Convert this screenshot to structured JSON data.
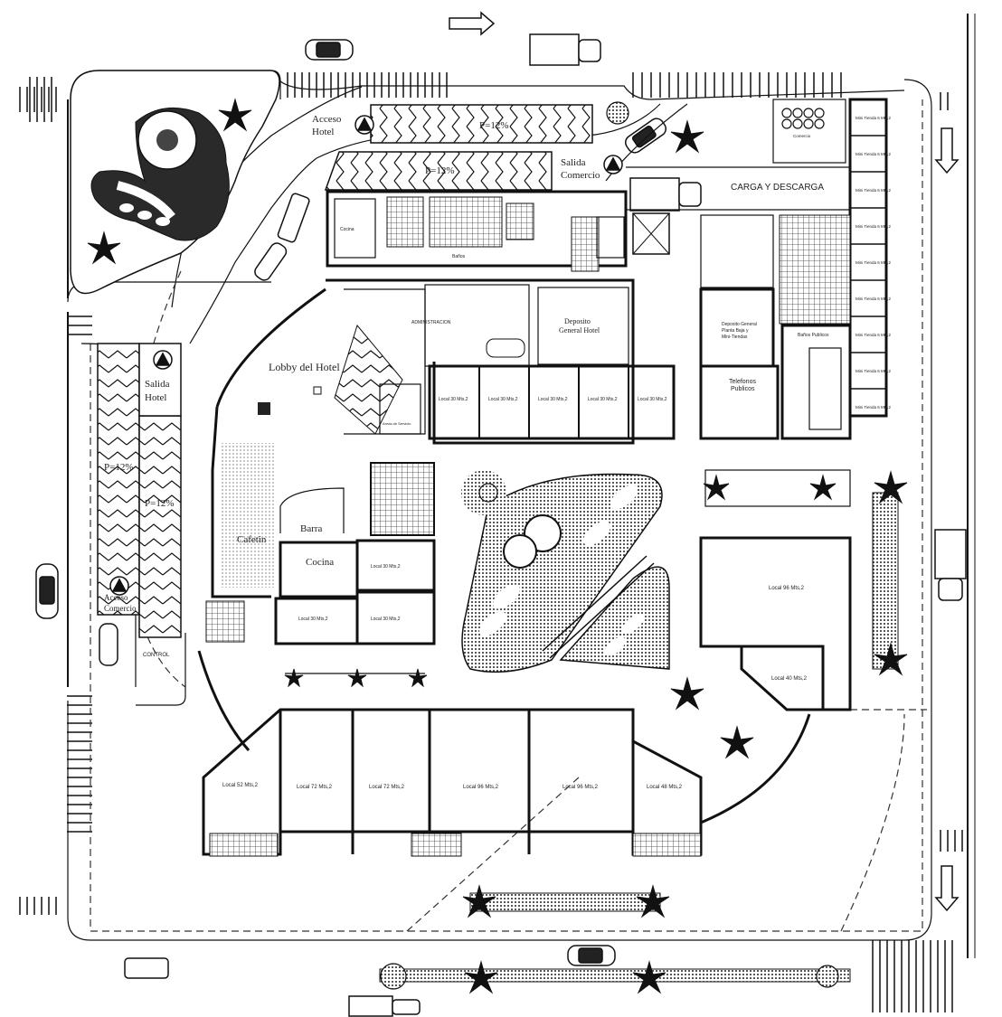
{
  "labels": {
    "acceso_hotel": [
      "Acceso",
      "Hotel"
    ],
    "salida_comercio": [
      "Salida",
      "Comercio"
    ],
    "salida_hotel": [
      "Salida",
      "Hotel"
    ],
    "acceso_comercio": [
      "Acceso",
      "Comercio"
    ],
    "carga_descarga": "CARGA Y DESCARGA",
    "lobby": "Lobby del Hotel",
    "cafetin": "Cafetin",
    "barra": "Barra",
    "cocina": "Cocina",
    "deposito_hotel": [
      "Deposito",
      "General Hotel"
    ],
    "deposito_general": [
      "Deposito General",
      "Planta Baja y",
      "Mini-Tiendas"
    ],
    "telefonos": [
      "Telefonos",
      "Publicos"
    ],
    "administracion": "ADMINISTRACION",
    "banos_publicos": "Baños Publicos",
    "control": "CONTROL",
    "rampa": "P=12%",
    "local_96_right": "Local 96 Mts,2",
    "local_40": "Local 40 Mts,2",
    "locales_top_row": [
      "Local 30 Mts,2",
      "Local 30 Mts,2",
      "Local 30 Mts,2",
      "Local 30 Mts,2",
      "Local 30 Mts,2"
    ],
    "locales_bottom": [
      "Local 52 Mts,2",
      "Local 72 Mts,2",
      "Local 72 Mts,2",
      "Local 96 Mts,2",
      "Local 96 Mts,2",
      "Local 48 Mts,2"
    ],
    "locales_west": [
      "Local 30 Mts,2",
      "Local 30 Mts,2",
      "Local 30 Mts,2"
    ],
    "mini_tiendas": [
      "Mini Tienda 6 Mts,2",
      "Mini Tienda 6 Mts,2",
      "Mini Tienda 6 Mts,2",
      "Mini Tienda 6 Mts,2",
      "Mini Tienda 6 Mts,2",
      "Mini Tienda 6 Mts,2",
      "Mini Tienda 6 Mts,2",
      "Mini Tienda 6 Mts,2",
      "Mini Tienda 6 Mts,2"
    ],
    "cocina_small": "Cocina",
    "banos_small": "Baños",
    "comercio_small": "Comercio",
    "areas_small": "Areas de Servicio"
  }
}
